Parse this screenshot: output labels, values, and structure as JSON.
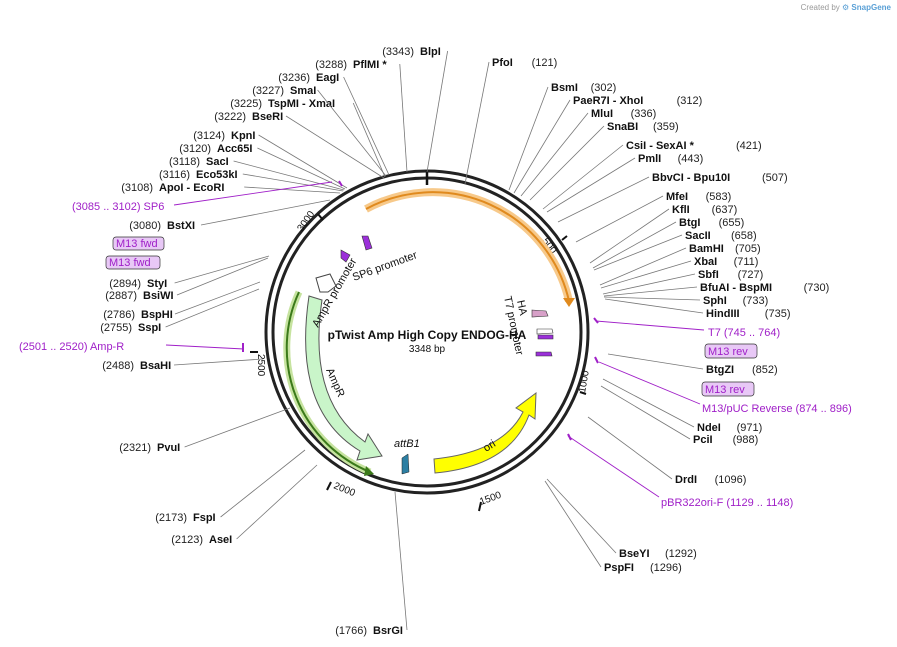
{
  "credit": {
    "prefix": "Created by",
    "brand": "SnapGene"
  },
  "plasmid": {
    "name": "pTwist Amp High Copy ENDOG-HA",
    "length_label": "3348 bp"
  },
  "ring_ticks": [
    "500",
    "1000",
    "1500",
    "2000",
    "2500",
    "3000"
  ],
  "features": {
    "sp6_promoter": "SP6 promoter",
    "ampr_promoter": "AmpR promoter",
    "ampr": "AmpR",
    "attb1": "attB1",
    "ori": "ori",
    "ha": "HA",
    "t7_promoter": "T7 promoter"
  },
  "sites_right": [
    {
      "pos": "(121)",
      "name": "PfoI"
    },
    {
      "pos": "(302)",
      "name": "BsmI"
    },
    {
      "pos": "(312)",
      "name": "PaeR7I  - XhoI"
    },
    {
      "pos": "(336)",
      "name": "MluI"
    },
    {
      "pos": "(359)",
      "name": "SnaBI"
    },
    {
      "pos": "(421)",
      "name": "CsiI  - SexAI *"
    },
    {
      "pos": "(443)",
      "name": "PmlI"
    },
    {
      "pos": "(507)",
      "name": "BbvCI  - Bpu10I"
    },
    {
      "pos": "(583)",
      "name": "MfeI"
    },
    {
      "pos": "(637)",
      "name": "KflI"
    },
    {
      "pos": "(655)",
      "name": "BtgI"
    },
    {
      "pos": "(658)",
      "name": "SacII"
    },
    {
      "pos": "(705)",
      "name": "BamHI"
    },
    {
      "pos": "(711)",
      "name": "XbaI"
    },
    {
      "pos": "(727)",
      "name": "SbfI"
    },
    {
      "pos": "(730)",
      "name": "BfuAI  - BspMI"
    },
    {
      "pos": "(733)",
      "name": "SphI"
    },
    {
      "pos": "(735)",
      "name": "HindIII"
    },
    {
      "pos": "(852)",
      "name": "BtgZI"
    },
    {
      "pos": "(971)",
      "name": "NdeI"
    },
    {
      "pos": "(988)",
      "name": "PciI"
    },
    {
      "pos": "(1096)",
      "name": "DrdI"
    },
    {
      "pos": "(1292)",
      "name": "BseYI"
    },
    {
      "pos": "(1296)",
      "name": "PspFI"
    }
  ],
  "sites_left": [
    {
      "pos": "(3343)",
      "name": "BlpI"
    },
    {
      "pos": "(3288)",
      "name": "PflMI *"
    },
    {
      "pos": "(3236)",
      "name": "EagI"
    },
    {
      "pos": "(3227)",
      "name": "SmaI"
    },
    {
      "pos": "(3225)",
      "name": "TspMI  - XmaI"
    },
    {
      "pos": "(3222)",
      "name": "BseRI"
    },
    {
      "pos": "(3124)",
      "name": "KpnI"
    },
    {
      "pos": "(3120)",
      "name": "Acc65I"
    },
    {
      "pos": "(3118)",
      "name": "SacI"
    },
    {
      "pos": "(3116)",
      "name": "Eco53kI"
    },
    {
      "pos": "(3108)",
      "name": "ApoI  - EcoRI"
    },
    {
      "pos": "(3080)",
      "name": "BstXI"
    },
    {
      "pos": "(2894)",
      "name": "StyI"
    },
    {
      "pos": "(2887)",
      "name": "BsiWI"
    },
    {
      "pos": "(2786)",
      "name": "BspHI"
    },
    {
      "pos": "(2755)",
      "name": "SspI"
    },
    {
      "pos": "(2488)",
      "name": "BsaHI"
    },
    {
      "pos": "(2321)",
      "name": "PvuI"
    },
    {
      "pos": "(2173)",
      "name": "FspI"
    },
    {
      "pos": "(2123)",
      "name": "AseI"
    },
    {
      "pos": "(1766)",
      "name": "BsrGI"
    }
  ],
  "primers": {
    "sp6": "(3085 .. 3102)  SP6",
    "m13fwd_1": "M13 fwd",
    "m13fwd_2": "M13 fwd",
    "ampr_primer": "(2501 .. 2520)  Amp-R",
    "t7": "T7    (745 .. 764)",
    "m13rev_1": "M13 rev",
    "m13rev_2": "M13 rev",
    "m13puc": "M13/pUC Reverse     (874 .. 896)",
    "pbr322": "pBR322ori-F     (1129 .. 1148)"
  }
}
